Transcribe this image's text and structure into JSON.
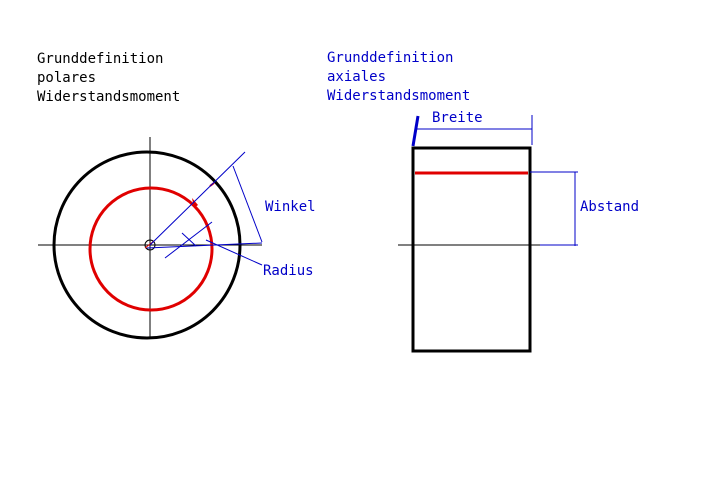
{
  "colors": {
    "black": "#000000",
    "red": "#e00000",
    "blue": "#0000c8"
  },
  "left": {
    "title": [
      "Grunddefinition",
      "polares",
      "Widerstandsmoment"
    ],
    "labels": {
      "winkel": "Winkel",
      "radius": "Radius"
    }
  },
  "right": {
    "title": [
      "Grunddefinition",
      "axiales",
      "Widerstandsmoment"
    ],
    "labels": {
      "breite": "Breite",
      "abstand": "Abstand"
    }
  }
}
